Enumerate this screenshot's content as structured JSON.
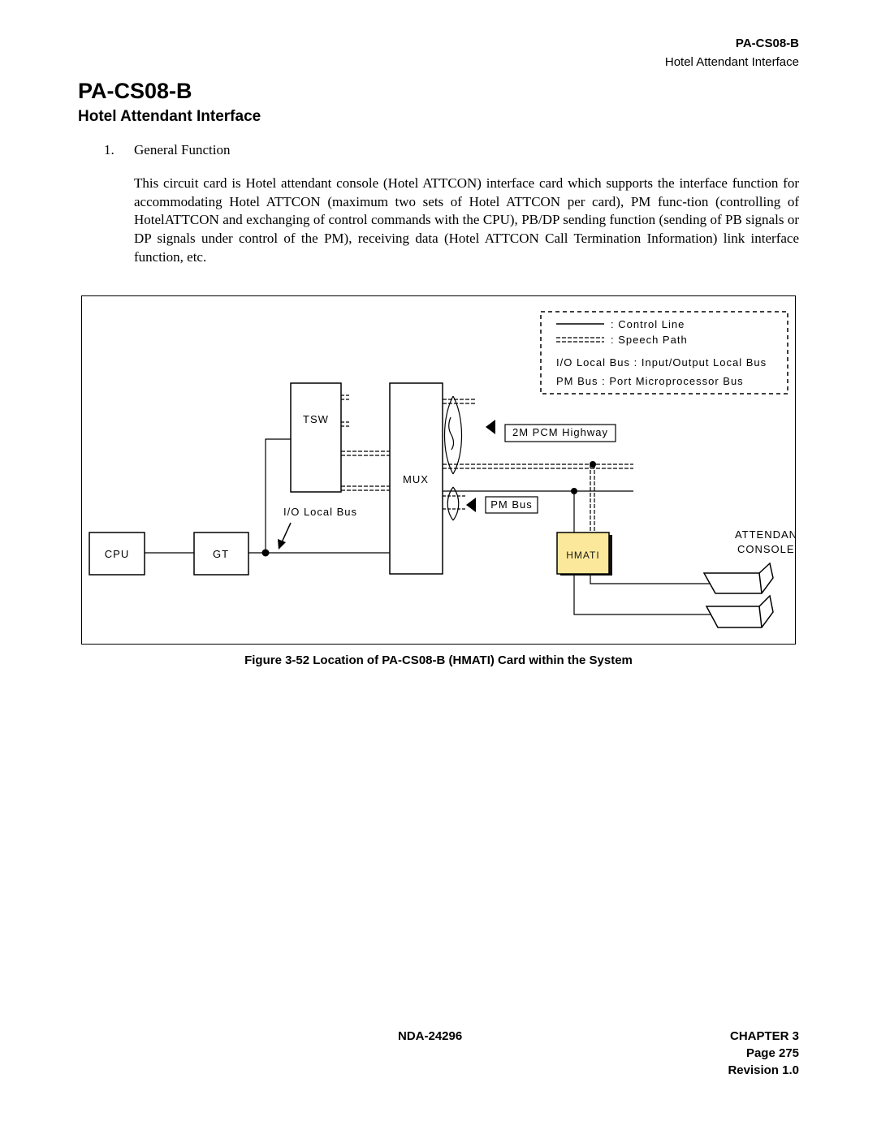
{
  "header": {
    "code": "PA-CS08-B",
    "subtitle": "Hotel Attendant Interface"
  },
  "title": {
    "main": "PA-CS08-B",
    "sub": "Hotel Attendant Interface"
  },
  "section": {
    "number": "1.",
    "heading": "General Function",
    "body": "This circuit card is Hotel attendant console (Hotel ATTCON) interface card which supports the interface function for accommodating Hotel ATTCON (maximum two sets of Hotel ATTCON per card), PM func-tion (controlling of HotelATTCON and exchanging of control commands with the CPU), PB/DP sending function (sending of PB signals or DP signals under control of the PM), receiving data (Hotel ATTCON Call Termination Information) link interface function, etc."
  },
  "diagram": {
    "legend": {
      "control_line": ": Control Line",
      "speech_path": ": Speech Path",
      "io_local_bus": "I/O Local Bus : Input/Output Local Bus",
      "pm_bus": "PM Bus   : Port Microprocessor Bus"
    },
    "blocks": {
      "tsw": "TSW",
      "mux": "MUX",
      "cpu": "CPU",
      "gt": "GT",
      "hmati": "HMATI"
    },
    "labels": {
      "io_local_bus": "I/O Local Bus",
      "pcm_highway": "2M PCM Highway",
      "pm_bus": "PM Bus",
      "attendant": "ATTENDANT",
      "console": "CONSOLE (×2)"
    },
    "colors": {
      "hmati_fill": "#fbe89a",
      "hmati_text": "#1a1a1a"
    }
  },
  "figure_caption": "Figure 3-52   Location of PA-CS08-B (HMATI) Card within the System",
  "footer": {
    "document": "NDA-24296",
    "chapter": "CHAPTER 3",
    "page": "Page 275",
    "revision": "Revision 1.0"
  }
}
